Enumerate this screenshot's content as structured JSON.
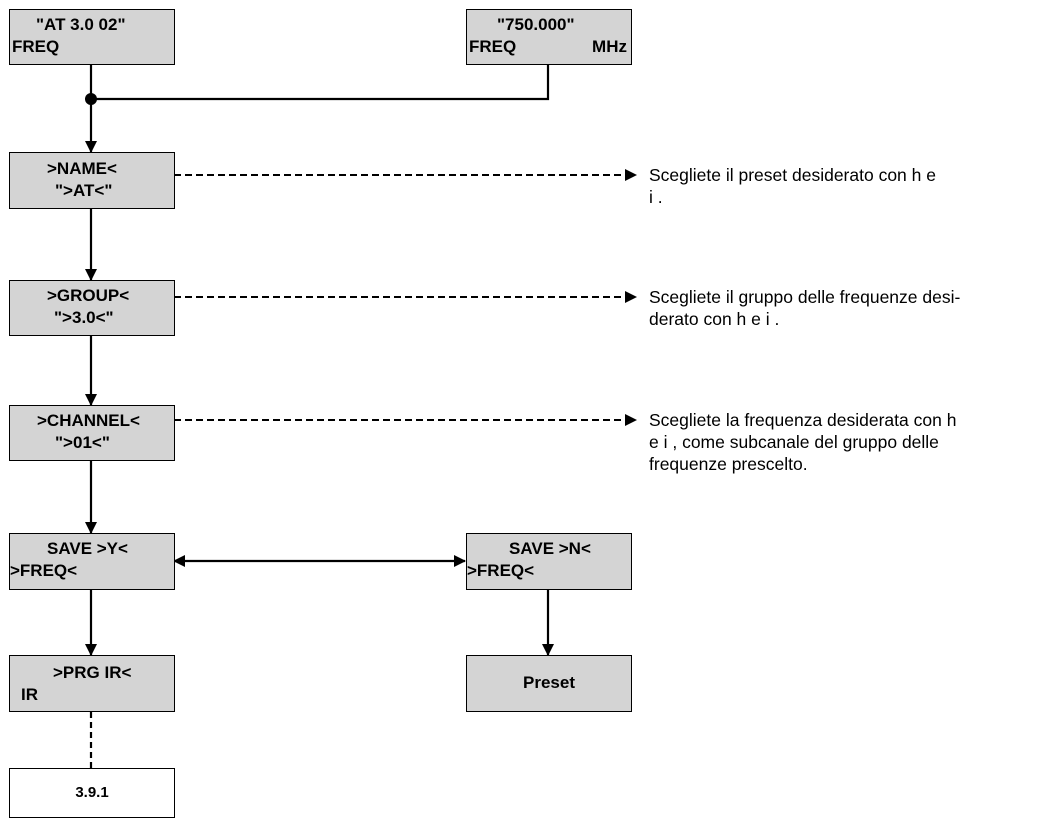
{
  "diagram": {
    "box_at_freq": {
      "line1": "\"AT 3.0 02\"",
      "line2": "FREQ"
    },
    "box_750_freq": {
      "line1": "\"750.000\"",
      "line2_left": "FREQ",
      "line2_right": "MHz"
    },
    "box_name": {
      "line1": ">NAME<",
      "line2": "\">AT<\""
    },
    "box_group": {
      "line1": ">GROUP<",
      "line2": "\">3.0<\""
    },
    "box_channel": {
      "line1": ">CHANNEL<",
      "line2": "\">01<\""
    },
    "box_save_y": {
      "line1": "SAVE >Y<",
      "line2": ">FREQ<"
    },
    "box_save_n": {
      "line1": "SAVE >N<",
      "line2": ">FREQ<"
    },
    "box_prg_ir": {
      "line1": ">PRG IR<",
      "line2": "IR"
    },
    "box_preset": {
      "label": "Preset"
    },
    "box_section": {
      "label": "3.9.1"
    }
  },
  "descriptions": {
    "name": {
      "line1": "Scegliete il preset desiderato con h e",
      "line2": "i ."
    },
    "group": {
      "line1": "Scegliete il gruppo delle frequenze desi-",
      "line2": "derato con h e i ."
    },
    "channel": {
      "line1": "Scegliete la frequenza desiderata con h",
      "line2": "e i , come subcanale del gruppo delle",
      "line3": "frequenze prescelto."
    }
  }
}
